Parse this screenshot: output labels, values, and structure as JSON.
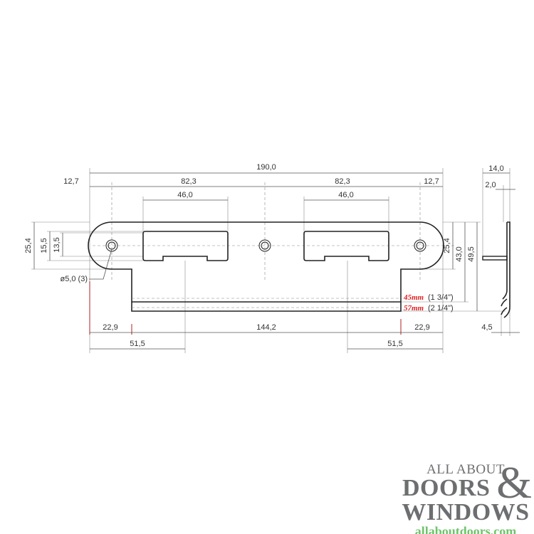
{
  "drawing": {
    "dimensions": {
      "overall_length": "190,0",
      "end_to_hole_left": "12,7",
      "end_to_hole_right": "12,7",
      "hole_spacing_left": "82,3",
      "hole_spacing_right": "82,3",
      "slot_width_left": "46,0",
      "slot_width_right": "46,0",
      "plate_height_left": "25,4",
      "slot_height": "15,5",
      "slot_inner_height": "13,5",
      "hole_diameter": "ø5,0 (3)",
      "lip_offset_left": "22,9",
      "lip_length": "144,2",
      "lip_offset_right": "22,9",
      "slot_center_left": "51,5",
      "slot_center_right": "51,5",
      "plate_height_right": "25,4",
      "height_45": "43,0",
      "height_57": "49,5",
      "side_depth": "14,0",
      "side_thickness": "2,0",
      "side_hook": "4,5"
    },
    "variants": [
      {
        "metric": "45mm",
        "imperial": "(1 3/4\")"
      },
      {
        "metric": "57mm",
        "imperial": "(2 1/4\")"
      }
    ],
    "colors": {
      "line": "#222222",
      "dimension": "#555555",
      "variant_label": "#e02020"
    }
  },
  "logo": {
    "line1": "ALL ABOUT",
    "line2": "DOORS",
    "ampersand": "&",
    "line3": "WINDOWS",
    "url": "allaboutdoors.com"
  }
}
